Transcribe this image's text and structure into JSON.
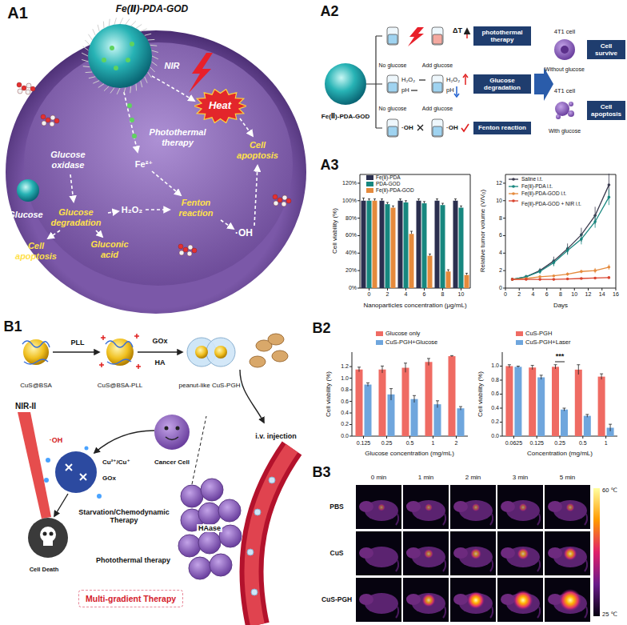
{
  "diagram": {
    "nodes": [
      {
        "text": [
          "Heat"
        ]
      },
      {
        "text": [
          "photothermal therapy"
        ]
      },
      {
        "text": [
          "Glucose degradation"
        ]
      },
      {
        "text": [
          "Fenton reaction"
        ]
      },
      {
        "text": [
          "Cell survive"
        ]
      },
      {
        "text": [
          "Cell apoptosis"
        ]
      },
      {
        "text": [
          "Multi-gradient Therapy"
        ]
      }
    ],
    "labels": [
      "A1",
      "Fe(Ⅱ)-PDA-GOD",
      "NIR",
      "Photothermal therapy",
      "Fe²⁺",
      "Glucose oxidase",
      "H₂O₂",
      "Cell apoptosis",
      "Fenton reaction",
      "·OH",
      "Glucose",
      "Glucose degradation",
      "Cell apoptosis",
      "Gluconic acid",
      "A2",
      "Fe(Ⅱ)-PDA-GOD",
      "No glucose",
      "Add glucose",
      "ΔT",
      "H₂O₂",
      "pH",
      "H₂O₂",
      "pH",
      "No glucose",
      "Add glucose",
      "·OH",
      "·OH",
      "4T1 cell",
      "Without glucose",
      "4T1 cell",
      "With glucose",
      "A3",
      "Cell viability (%)",
      "0%",
      "20%",
      "40%",
      "60%",
      "80%",
      "100%",
      "120%",
      "0",
      "2",
      "4",
      "6",
      "8",
      "10",
      "Nanoparticles concentration (μg/mL)",
      "Relative tumor volume (V/V₀)",
      "0",
      "2",
      "4",
      "6",
      "8",
      "10",
      "12",
      "0",
      "2",
      "4",
      "6",
      "8",
      "10",
      "12",
      "14",
      "16",
      "Days",
      "B1",
      "PLL",
      "GOx",
      "HA",
      "CuS@BSA",
      "CuS@BSA-PLL",
      "peanut-like CuS-PGH",
      "i.v. injection",
      "NIR-II",
      "·OH",
      "Cu²⁺/Cu⁺",
      "GOx",
      "Cancer Cell",
      "HAase",
      "Starvation/Chemodynamic Therapy",
      "Cell Death",
      "Photothermal therapy",
      "B2",
      "Cell viability (%)",
      "0.0",
      "0.2",
      "0.4",
      "0.6",
      "0.8",
      "1.0",
      "1.2",
      "0.125",
      "0.25",
      "0.5",
      "1",
      "2",
      "Glucose concentration (mg/mL)",
      "Cell viability (%)",
      "0.0",
      "0.2",
      "0.4",
      "0.6",
      "0.8",
      "1.0",
      "0.0625",
      "0.125",
      "0.25",
      "0.5",
      "1",
      "Concentration (mg/mL)",
      "***",
      "B3",
      "0 min",
      "1 min",
      "2 min",
      "3 min",
      "5 min",
      "PBS",
      "CuS",
      "CuS-PGH",
      "60 ℃",
      "25 ℃"
    ],
    "legend": [
      {
        "text": "Fe(Ⅱ)-PDA",
        "color": "#2b2f4f"
      },
      {
        "text": "PDA-GOD",
        "color": "#17877f"
      },
      {
        "text": "Fe(Ⅱ)-PDA-GOD",
        "color": "#e58a3c"
      },
      {
        "text": "Saline i.t."
      },
      {
        "text": "Fe(Ⅱ)-PDA i.t."
      },
      {
        "text": "Fe(Ⅱ)-PDA-GOD i.t."
      },
      {
        "text": "Fe(Ⅱ)-PDA-GOD + NIR i.t."
      },
      {
        "text": "Glucose only",
        "color": "#ef6b63"
      },
      {
        "text": "CuS-PGH+Glucose",
        "color": "#6fa6dd"
      },
      {
        "text": "CuS-PGH",
        "color": "#ef6b63"
      },
      {
        "text": "CuS-PGH+Laser",
        "color": "#6fa6dd"
      }
    ]
  }
}
